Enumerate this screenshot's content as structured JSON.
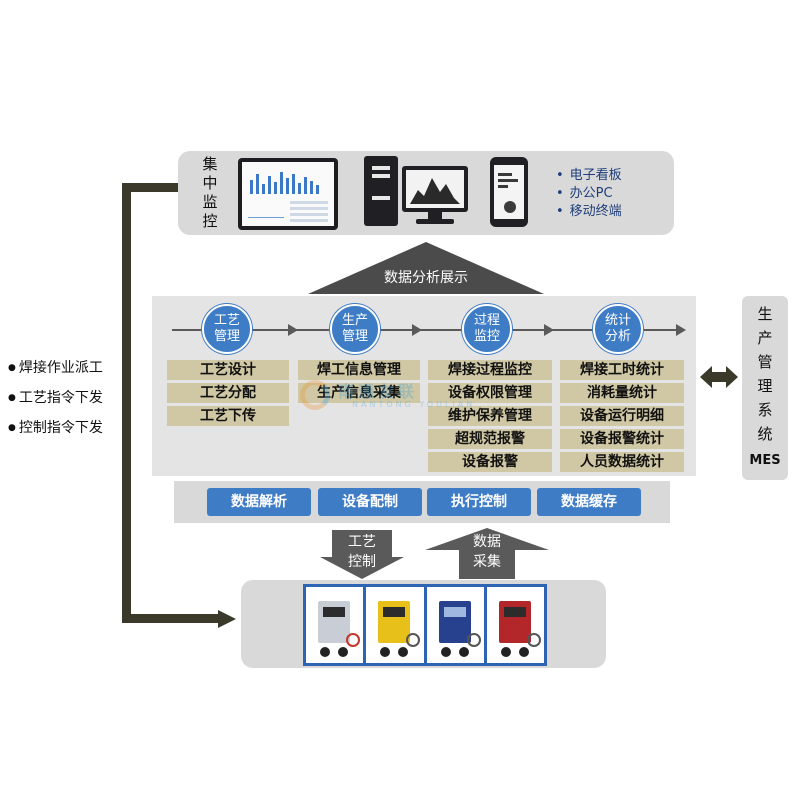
{
  "left_list": {
    "items": [
      "焊接作业派工",
      "工艺指令下发",
      "控制指令下发"
    ]
  },
  "monitor": {
    "title": "集中监控",
    "devices": [
      "电子看板",
      "办公PC",
      "移动终端"
    ]
  },
  "roof_label": "数据分析展示",
  "modules": [
    {
      "circle": "工艺管理",
      "items": [
        "工艺设计",
        "工艺分配",
        "工艺下传"
      ]
    },
    {
      "circle": "生产管理",
      "items": [
        "焊工信息管理",
        "生产信息采集"
      ]
    },
    {
      "circle": "过程监控",
      "items": [
        "焊接过程监控",
        "设备权限管理",
        "维护保养管理",
        "超规范报警",
        "设备报警"
      ]
    },
    {
      "circle": "统计分析",
      "items": [
        "焊接工时统计",
        "消耗量统计",
        "设备运行明细",
        "设备报警统计",
        "人员数据统计"
      ]
    }
  ],
  "mes": {
    "text": "生产管理系统",
    "label": "MES"
  },
  "control_bar": [
    "数据解析",
    "设备配制",
    "执行控制",
    "数据缓存"
  ],
  "arrows": {
    "down": "工艺控制",
    "up": "数据采集"
  },
  "watermark": {
    "name": "南通友联",
    "sub": "NANTONG YOULIAN"
  },
  "colors": {
    "accent_blue": "#3f7cc6",
    "item_tan": "#d0c8a4",
    "dark_bracket": "#3b3a2a",
    "panel_gray": "#d9d9d9"
  },
  "icons": {
    "dashboard": "dashboard-screen-icon",
    "pc": "desktop-pc-icon",
    "mobile": "mobile-phone-icon"
  }
}
